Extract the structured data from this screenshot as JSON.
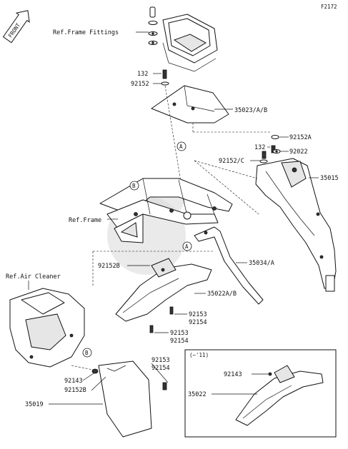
{
  "diagram_code": "F2172",
  "front_badge": "FRONT",
  "labels": {
    "ref_frame_fittings": "Ref.Frame Fittings",
    "ref_frame": "Ref.Frame",
    "ref_air_cleaner": "Ref.Air Cleaner",
    "p132_a": "132",
    "p92152_a": "92152",
    "p35023": "35023/A/B",
    "p92152A": "92152A",
    "p132_b": "132",
    "p92022": "92022",
    "p92152C": "92152/C",
    "p35015": "35015",
    "p35034": "35034/A",
    "p92152B_a": "92152B",
    "p35022AB": "35022A/B",
    "p92153_a": "92153",
    "p92154_a": "92154",
    "p92153_b": "92153",
    "p92154_b": "92154",
    "p92153_c": "92153",
    "p92154_c": "92154",
    "p92143_a": "92143",
    "p92152B_b": "92152B",
    "p35019": "35019",
    "inset_title": "(~'11)",
    "p92143_b": "92143",
    "p35022": "35022"
  },
  "callouts": {
    "a1": "A",
    "a2": "A",
    "b1": "B",
    "b2": "B"
  }
}
